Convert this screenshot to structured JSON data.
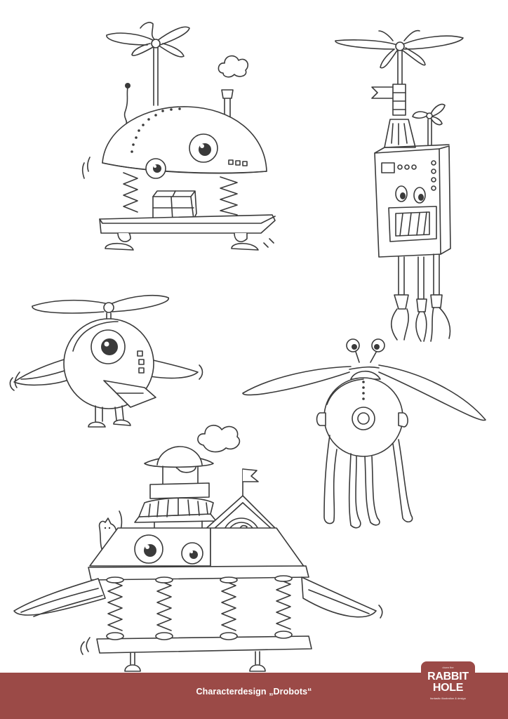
{
  "footer": {
    "caption": "Characterdesign „Drobots“",
    "background": "#9b4a47"
  },
  "logo": {
    "tagline": "down the",
    "line1": "RABBIT",
    "line2": "HOLE",
    "subtitle": "fantastic illustration & design"
  },
  "illustrations": [
    "drobot-bus-with-package",
    "drobot-box-with-claws",
    "drobot-plane-one-eye",
    "drobot-bug-with-tentacles",
    "drobot-house-with-wings-and-cat"
  ]
}
